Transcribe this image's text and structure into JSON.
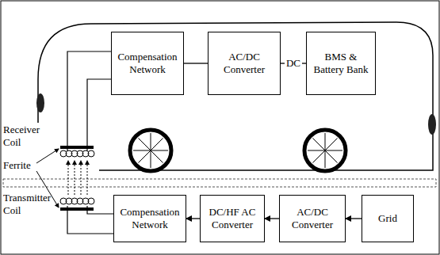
{
  "diagram": {
    "nodes": [
      {
        "text": [
          "Compensation Network"
        ]
      },
      {
        "text": [
          "AC/DC Converter"
        ]
      },
      {
        "text": [
          "BMS & Battery Bank"
        ]
      },
      {
        "text": [
          "Compensation Network"
        ]
      },
      {
        "text": [
          "DC/HF AC Converter"
        ]
      },
      {
        "text": [
          "AC/DC Converter"
        ]
      },
      {
        "text": [
          "Grid"
        ]
      }
    ],
    "edges": [
      {
        "from": 0,
        "to": 1,
        "arrow": "none"
      },
      {
        "from": 1,
        "to": 2,
        "label": "DC",
        "arrow": "none"
      },
      {
        "from": 6,
        "to": 5,
        "arrow": "to"
      },
      {
        "from": 5,
        "to": 4,
        "arrow": "to"
      },
      {
        "from": 4,
        "to": 3,
        "arrow": "to"
      }
    ],
    "labels": [
      "Receiver Coil",
      "Ferrite",
      "Transmitter Coil"
    ]
  }
}
